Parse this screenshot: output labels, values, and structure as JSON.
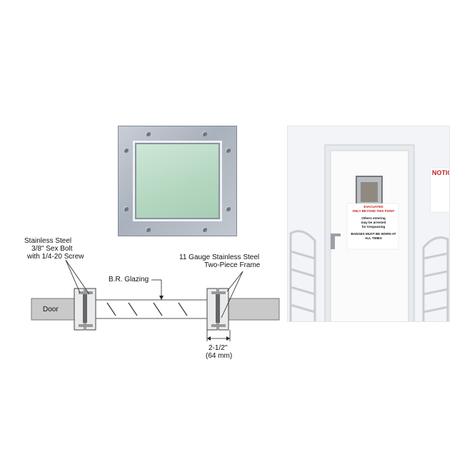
{
  "callouts": {
    "bolt_line1": "Stainless Steel",
    "bolt_line2": "3/8\" Sex Bolt",
    "bolt_line3": "with 1/4-20 Screw",
    "frame_line1": "11 Gauge Stainless Steel",
    "frame_line2": "Two-Piece Frame",
    "glazing": "B.R. Glazing",
    "door": "Door",
    "dim_imperial": "2-1/2\"",
    "dim_metric": "(64 mm)"
  },
  "photo": {
    "notice_sign": "NOTIC",
    "door_sign_lines": [
      "EVACUATED",
      "ONLY BEYOND THIS POINT",
      "Others entering",
      "may be arrested",
      "for trespassing",
      "BADGES MUST BE WORN AT",
      "ALL TIMES"
    ]
  },
  "colors": {
    "frame_steel": "#b4bbc5",
    "glass_green": "#b8d9c3",
    "door_gray": "#c9c9c9",
    "sign_red": "#c21e1e"
  }
}
